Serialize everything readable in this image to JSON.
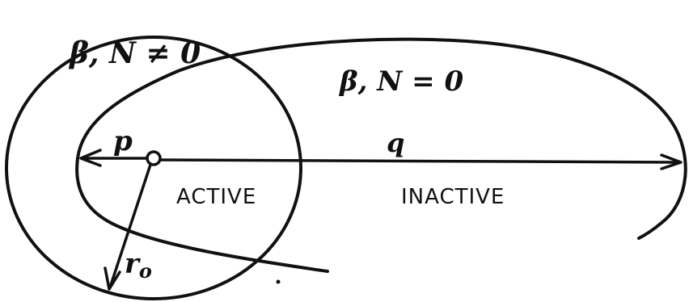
{
  "labels": {
    "inner_condition": "β, N ≠ 0",
    "outer_condition": "β, N = 0",
    "distance_p": "p",
    "distance_q": "q",
    "radius": "r",
    "radius_subscript": "o",
    "active_region": "ACTIVE",
    "inactive_region": "INACTIVE"
  },
  "colors": {
    "ink": "#111111",
    "paper": "#ffffff"
  }
}
